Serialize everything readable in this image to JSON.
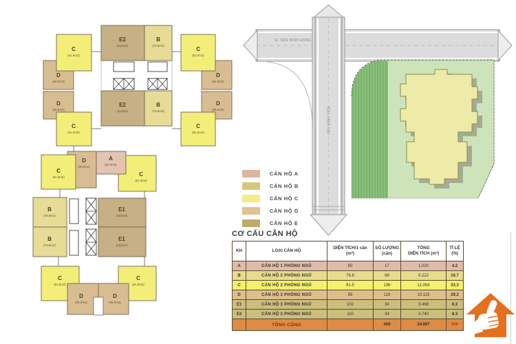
{
  "floorplan": {
    "units": [
      {
        "name": "E2",
        "area": "(110m2)"
      },
      {
        "name": "B",
        "area": "(76.8m2)"
      },
      {
        "name": "E2",
        "area": "(110m2)"
      },
      {
        "name": "B",
        "area": "(76.8m2)"
      },
      {
        "name": "C",
        "area": "(81.5m2)"
      },
      {
        "name": "D",
        "area": "(85.0m2)"
      },
      {
        "name": "D",
        "area": "(85.0m2)"
      },
      {
        "name": "C",
        "area": "(81.5m2)"
      },
      {
        "name": "C",
        "area": "(81.5m2)"
      },
      {
        "name": "D",
        "area": "(85.0m2)"
      },
      {
        "name": "D",
        "area": "(85.0m2)"
      },
      {
        "name": "C",
        "area": "(81.5m2)"
      },
      {
        "name": "C",
        "area": "(81.5m2)"
      },
      {
        "name": "D",
        "area": "(85.0m2)"
      },
      {
        "name": "A",
        "area": "(60.0m2)"
      },
      {
        "name": "C",
        "area": "(81.5m2)"
      },
      {
        "name": "B",
        "area": "(76.8m2)"
      },
      {
        "name": "B",
        "area": "(76.8m2)"
      },
      {
        "name": "E1",
        "area": "(102m2)"
      },
      {
        "name": "E1",
        "area": "(102m2)"
      },
      {
        "name": "C",
        "area": "(81.5m2)"
      },
      {
        "name": "D",
        "area": "(85.0m2)"
      },
      {
        "name": "D",
        "area": "(85.0m2)"
      },
      {
        "name": "C",
        "area": "(81.5m2)"
      }
    ]
  },
  "legend": {
    "items": [
      {
        "label": "CĂN HỘ A"
      },
      {
        "label": "CĂN HỘ B"
      },
      {
        "label": "CĂN HỘ C"
      },
      {
        "label": "CĂN HỘ D"
      },
      {
        "label": "CĂN HỘ E"
      }
    ]
  },
  "sitemap": {
    "h_road": "Đ. BẾN BÌNH ĐÔNG",
    "v_road": "CẦU BÌNH TIÊN"
  },
  "table": {
    "title": "CƠ CẤU CĂN HỘ",
    "headers": {
      "kh": "KH",
      "loai": "LOẠI CĂN HỘ",
      "dientich1": "DIỆN TÍCH/1 căn",
      "dientich2": "(m²)",
      "soluong1": "SỐ LƯỢNG",
      "soluong2": "(căn)",
      "tong1": "TỔNG",
      "tong2": "DIỆN TÍCH (m²)",
      "tile1": "TỈ LỆ",
      "tile2": "(%)"
    },
    "rows": [
      {
        "kh": "A",
        "loai": "CĂN HỘ 1 PHÒNG NGỦ",
        "dientich": "60",
        "soluong": "17",
        "tong": "1.020",
        "tile": "4.2"
      },
      {
        "kh": "B",
        "loai": "CĂN HỘ 2 PHÒNG NGỦ",
        "dientich": "76.8",
        "soluong": "68",
        "tong": "5.222",
        "tile": "16.7"
      },
      {
        "kh": "C",
        "loai": "CĂN HỘ 2 PHÒNG NGỦ",
        "dientich": "81.5",
        "soluong": "136",
        "tong": "11.084",
        "tile": "33.3"
      },
      {
        "kh": "D",
        "loai": "CĂN HỘ 3 PHÒNG NGỦ",
        "dientich": "85",
        "soluong": "119",
        "tong": "10.115",
        "tile": "29.2"
      },
      {
        "kh": "E1",
        "loai": "CĂN HỘ 3 PHÒNG NGỦ",
        "dientich": "102",
        "soluong": "34",
        "tong": "3.468",
        "tile": "8.3"
      },
      {
        "kh": "E2",
        "loai": "CĂN HỘ 3 PHÒNG NGỦ",
        "dientich": "110",
        "soluong": "34",
        "tong": "3.740",
        "tile": "8.3"
      }
    ],
    "total": {
      "loai": "TỔNG CỘNG",
      "soluong": "408",
      "tong": "34.997",
      "tile": "100"
    }
  },
  "colors": {
    "unit_a": "#e3c3b1",
    "unit_b": "#e7dc96",
    "unit_c": "#f3ee78",
    "unit_d": "#d9bd92",
    "unit_e": "#c6b084",
    "total_row": "#dd8c46",
    "site_green": "#cde4bb",
    "site_green_dark": "#8cc07c",
    "road_gray": "#dcdcdc",
    "building_yellow": "#eeeaa8",
    "logo_orange": "#e4701e"
  }
}
